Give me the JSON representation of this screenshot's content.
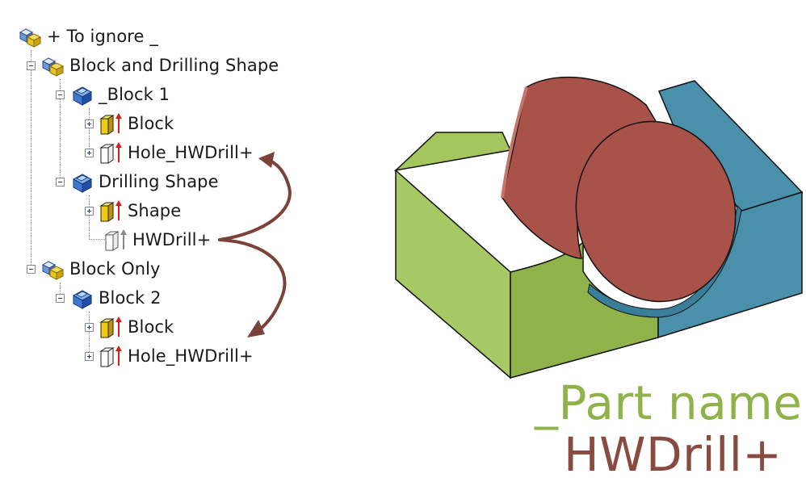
{
  "tree": {
    "root": {
      "label": "+ To ignore _",
      "icon": "assembly-icon"
    },
    "items": [
      {
        "label": "Block and Drilling Shape",
        "icon": "assembly-icon",
        "toggle": "collapse"
      },
      {
        "label": "_Block 1",
        "icon": "part-icon",
        "toggle": "collapse"
      },
      {
        "label": "Block",
        "icon": "solid-yellow-icon",
        "toggle": "expand"
      },
      {
        "label": "Hole_HWDrill+",
        "icon": "solid-outline-icon",
        "toggle": "expand"
      },
      {
        "label": "Drilling Shape",
        "icon": "part-icon",
        "toggle": "collapse"
      },
      {
        "label": "Shape",
        "icon": "solid-yellow-icon",
        "toggle": "expand"
      },
      {
        "label": "HWDrill+",
        "icon": "solid-outline-gray-icon",
        "toggle": "none"
      },
      {
        "label": "Block Only",
        "icon": "assembly-icon",
        "toggle": "collapse"
      },
      {
        "label": "Block 2",
        "icon": "part-icon",
        "toggle": "collapse"
      },
      {
        "label": "Block",
        "icon": "solid-yellow-icon",
        "toggle": "expand"
      },
      {
        "label": "Hole_HWDrill+",
        "icon": "solid-outline-icon",
        "toggle": "expand"
      }
    ]
  },
  "annotation": {
    "part_label": "_Part name",
    "part_value": "HWDrill+",
    "colors": {
      "part_label": "#8fb34a",
      "part_value": "#8a4a40",
      "arrow": "#7a4238"
    }
  },
  "scene": {
    "icon": "block-with-cylinder-drilling-illustration",
    "colors": {
      "block_front": "#8fb34a",
      "block_side": "#a3c65d",
      "block_right": "#4a90ab",
      "cylinder": "#a85249"
    }
  }
}
